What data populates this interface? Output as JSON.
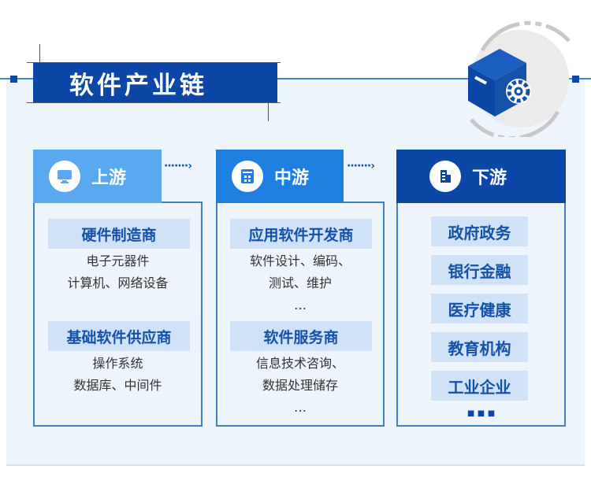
{
  "title": "软件产业链",
  "colors": {
    "dark": "#0c47a8",
    "mid": "#1e7fe0",
    "light": "#5aa9f0",
    "sub_bg": "#cfe2f8"
  },
  "columns": [
    {
      "label": "上游",
      "icon": "monitor-icon",
      "groups": [
        {
          "title": "硬件制造商",
          "lines": [
            "电子元器件",
            "计算机、网络设备"
          ]
        },
        {
          "title": "基础软件供应商",
          "lines": [
            "操作系统",
            "数据库、中间件"
          ]
        }
      ]
    },
    {
      "label": "中游",
      "icon": "calculator-icon",
      "groups": [
        {
          "title": "应用软件开发商",
          "lines": [
            "软件设计、编码、",
            "测试、维护",
            "…"
          ]
        },
        {
          "title": "软件服务商",
          "lines": [
            "信息技术咨询、",
            "数据处理储存",
            "…"
          ]
        }
      ]
    },
    {
      "label": "下游",
      "icon": "building-icon",
      "items": [
        "政府政务",
        "银行金融",
        "医疗健康",
        "教育机构",
        "工业企业"
      ],
      "more": "■ ■ ■"
    }
  ],
  "arrow": "·······›"
}
